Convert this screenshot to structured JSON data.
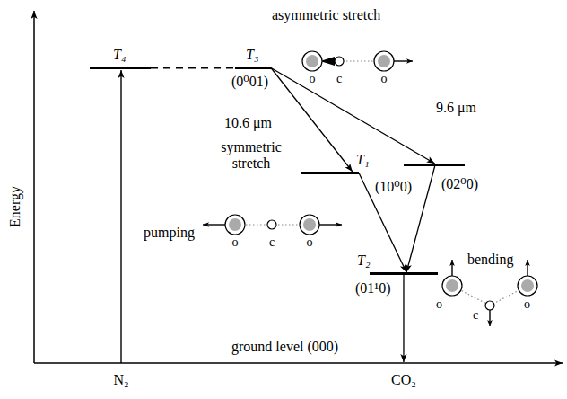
{
  "diagram": {
    "nodes": [
      {
        "text": [
          "T₄"
        ]
      },
      {
        "text": [
          "T₃",
          "(0⁰01)"
        ]
      },
      {
        "text": [
          "T₁",
          "(10⁰0)"
        ]
      },
      {
        "text": [
          "(02⁰0)"
        ]
      },
      {
        "text": [
          "T₂",
          "(01¹0)"
        ]
      },
      {
        "text": [
          "ground level (000)"
        ]
      }
    ],
    "edges": [
      {
        "from": 0,
        "to": 1,
        "arrow": "none"
      },
      {
        "from": 1,
        "to": 2,
        "label": "10.6 μm",
        "arrow": "to"
      },
      {
        "from": 1,
        "to": 3,
        "label": "9.6 μm",
        "arrow": "to"
      },
      {
        "from": 2,
        "to": 4,
        "arrow": "to"
      },
      {
        "from": 3,
        "to": 4,
        "arrow": "to"
      },
      {
        "from": 4,
        "to": 5,
        "arrow": "to"
      }
    ],
    "labels": [
      "asymmetric stretch",
      "o",
      "c",
      "o",
      "symmetric stretch",
      "pumping",
      "o",
      "c",
      "o",
      "bending",
      "o",
      "c",
      "o",
      "Energy",
      "N₂",
      "CO₂"
    ]
  }
}
